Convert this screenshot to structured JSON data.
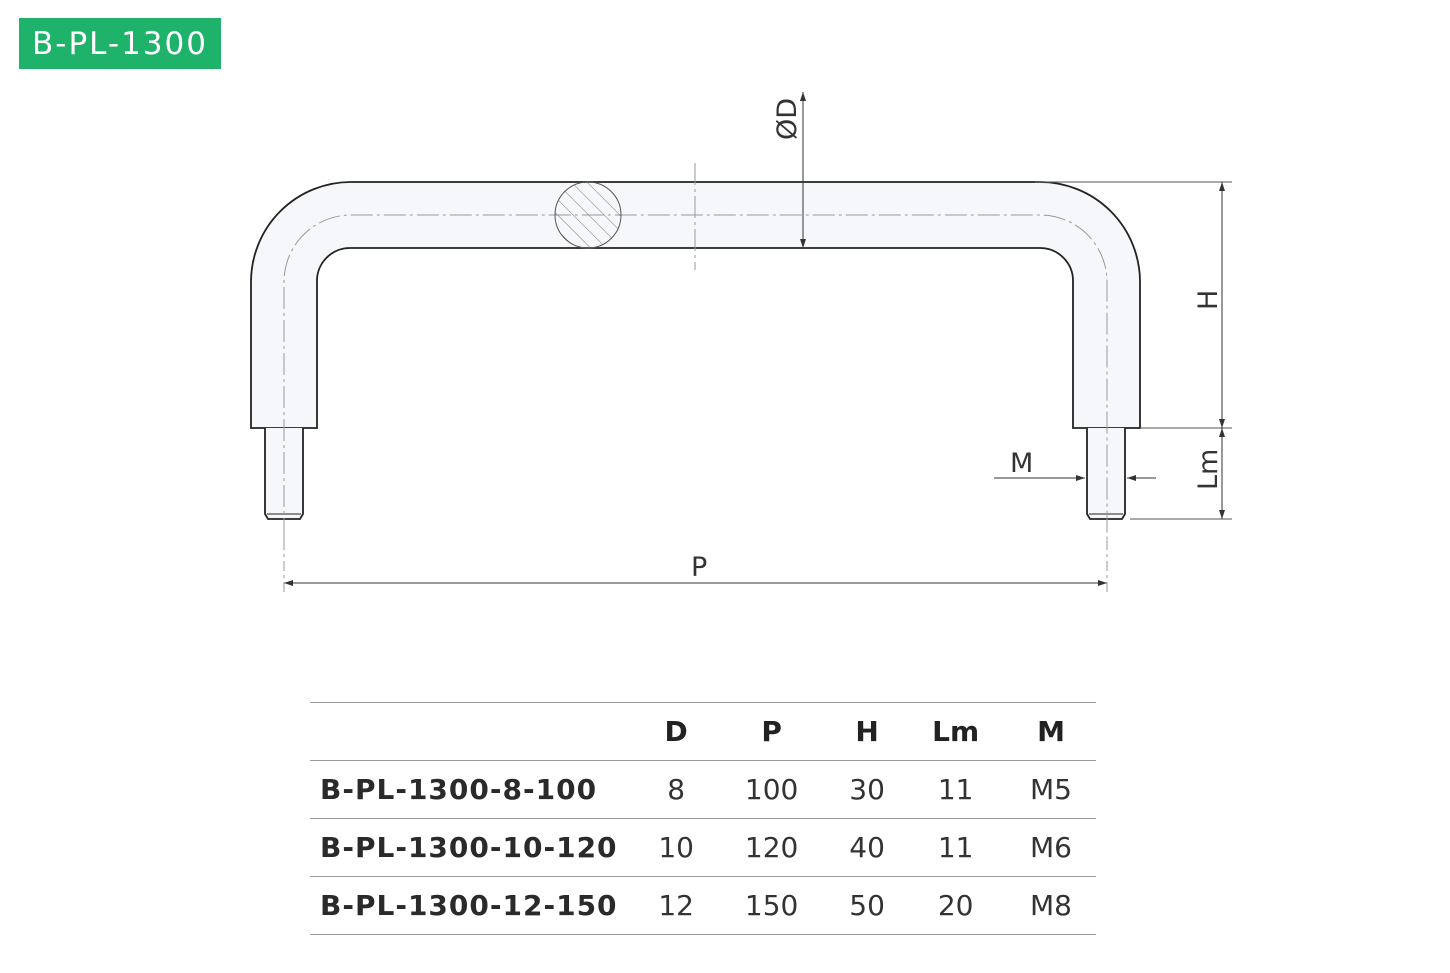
{
  "title": "B-PL-1300",
  "drawing": {
    "labels": {
      "diameter": "ØD",
      "height": "H",
      "thread_length": "Lm",
      "thread": "M",
      "pitch": "P"
    }
  },
  "table": {
    "headers": [
      "",
      "D",
      "P",
      "H",
      "Lm",
      "M"
    ],
    "rows": [
      [
        "B-PL-1300-8-100",
        "8",
        "100",
        "30",
        "11",
        "M5"
      ],
      [
        "B-PL-1300-10-120",
        "10",
        "120",
        "40",
        "11",
        "M6"
      ],
      [
        "B-PL-1300-12-150",
        "12",
        "150",
        "50",
        "20",
        "M8"
      ]
    ]
  }
}
